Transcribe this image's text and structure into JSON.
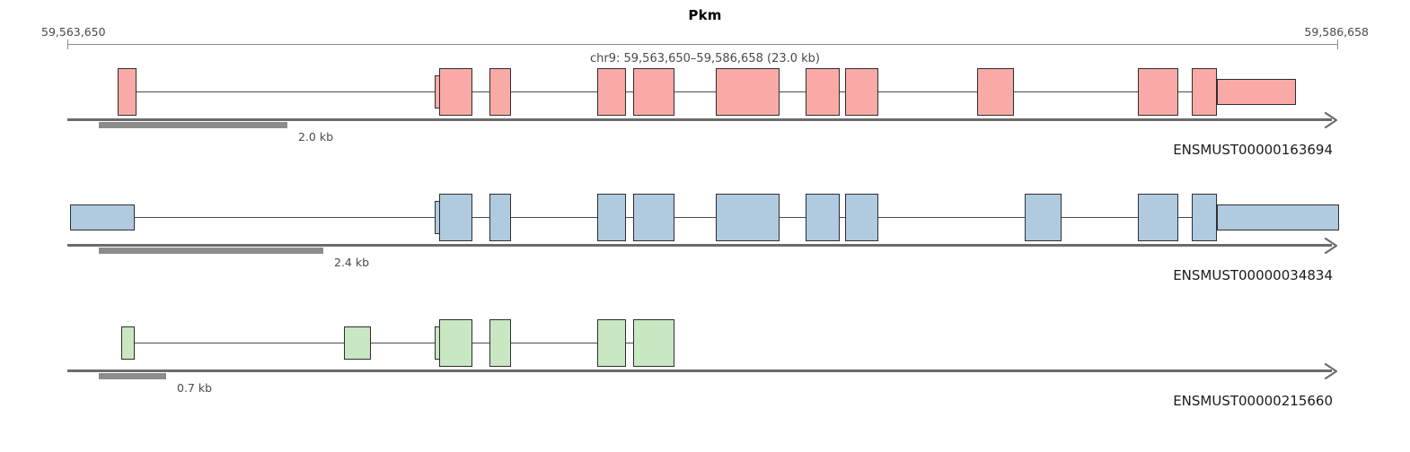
{
  "header": {
    "gene_name": "Pkm",
    "coord_start_label": "59,563,650",
    "coord_end_label": "59,586,658",
    "region_label": "chr9: 59,563,650–59,586,658 (23.0 kb)"
  },
  "colors": {
    "exon_pink": "#f9aaa6",
    "exon_blue": "#b0cae0",
    "exon_green": "#c9e7c3",
    "exon_outline": "#2e2e2e",
    "axis": "#8a8a8a",
    "strand": "#6b6b6b",
    "scalebar": "#8c8c8c",
    "text": "#4a4a4a",
    "background": "#ffffff"
  },
  "chart_data": {
    "type": "genome-track",
    "title": "Pkm",
    "chromosome": "chr9",
    "range_start": 59563650,
    "range_end": 59586658,
    "span_kb": "23.0 kb",
    "xlim": [
      59563650,
      59586658
    ],
    "grid": false,
    "legend": "none",
    "tracks": [
      {
        "transcript_id": "ENSMUST00000163694",
        "color": "#f9aaa6",
        "strand": "+",
        "scalebar_label": "2.0 kb",
        "scalebar_x": 110,
        "scalebar_w": 210,
        "exons": [
          {
            "x": 131,
            "w": 21,
            "type": "cds"
          },
          {
            "x": 484,
            "w": 7,
            "type": "utr-sm"
          },
          {
            "x": 489,
            "w": 37,
            "type": "cds"
          },
          {
            "x": 545,
            "w": 24,
            "type": "cds"
          },
          {
            "x": 665,
            "w": 32,
            "type": "cds"
          },
          {
            "x": 705,
            "w": 46,
            "type": "cds"
          },
          {
            "x": 797,
            "w": 71,
            "type": "cds"
          },
          {
            "x": 897,
            "w": 38,
            "type": "cds"
          },
          {
            "x": 941,
            "w": 37,
            "type": "cds"
          },
          {
            "x": 1088,
            "w": 41,
            "type": "cds"
          },
          {
            "x": 1267,
            "w": 45,
            "type": "cds"
          },
          {
            "x": 1327,
            "w": 28,
            "type": "cds"
          },
          {
            "x": 1355,
            "w": 88,
            "type": "utr"
          }
        ]
      },
      {
        "transcript_id": "ENSMUST00000034834",
        "color": "#b0cae0",
        "strand": "+",
        "scalebar_label": "2.4 kb",
        "scalebar_x": 110,
        "scalebar_w": 250,
        "exons": [
          {
            "x": 78,
            "w": 72,
            "type": "utr"
          },
          {
            "x": 484,
            "w": 7,
            "type": "utr-sm"
          },
          {
            "x": 489,
            "w": 37,
            "type": "cds"
          },
          {
            "x": 545,
            "w": 24,
            "type": "cds"
          },
          {
            "x": 665,
            "w": 32,
            "type": "cds"
          },
          {
            "x": 705,
            "w": 46,
            "type": "cds"
          },
          {
            "x": 797,
            "w": 71,
            "type": "cds"
          },
          {
            "x": 897,
            "w": 38,
            "type": "cds"
          },
          {
            "x": 941,
            "w": 37,
            "type": "cds"
          },
          {
            "x": 1141,
            "w": 41,
            "type": "cds"
          },
          {
            "x": 1267,
            "w": 45,
            "type": "cds"
          },
          {
            "x": 1327,
            "w": 28,
            "type": "cds"
          },
          {
            "x": 1355,
            "w": 136,
            "type": "utr"
          }
        ]
      },
      {
        "transcript_id": "ENSMUST00000215660",
        "color": "#c9e7c3",
        "strand": "+",
        "scalebar_label": "0.7 kb",
        "scalebar_x": 110,
        "scalebar_w": 75,
        "exons": [
          {
            "x": 135,
            "w": 15,
            "type": "utr-sm"
          },
          {
            "x": 383,
            "w": 30,
            "type": "utr-sm"
          },
          {
            "x": 484,
            "w": 7,
            "type": "utr-sm"
          },
          {
            "x": 489,
            "w": 37,
            "type": "cds"
          },
          {
            "x": 545,
            "w": 24,
            "type": "cds"
          },
          {
            "x": 665,
            "w": 32,
            "type": "cds"
          },
          {
            "x": 705,
            "w": 46,
            "type": "cds"
          }
        ]
      }
    ]
  }
}
